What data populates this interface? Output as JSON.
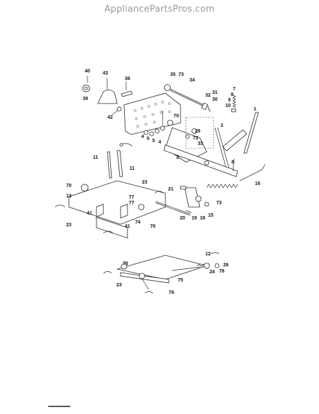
{
  "watermark": "AppliancePartsPros.com",
  "callouts": {
    "c40": "40",
    "c43": "43",
    "c38": "38",
    "c39": "39",
    "c42": "42",
    "c35": "35",
    "c73a": "73",
    "c34": "34",
    "c32": "32",
    "c31": "31",
    "c30": "30",
    "c7": "7",
    "c8": "8",
    "c9": "9",
    "c10": "10",
    "c1": "1",
    "c70a": "70",
    "c29": "29",
    "c72": "72",
    "c33": "33",
    "c3": "3",
    "c4a": "4",
    "c5a": "5",
    "c5b": "5",
    "c4b": "4",
    "c2": "2",
    "c6": "6",
    "c16": "16",
    "c11a": "11",
    "c11b": "11",
    "c23a": "23",
    "c70b": "70",
    "c13": "13",
    "c77a": "77",
    "c77b": "77",
    "c41a": "41",
    "c23b": "23",
    "c74": "74",
    "c41b": "41",
    "c70c": "70",
    "c21": "21",
    "c73b": "73",
    "c20": "20",
    "c19": "19",
    "c18": "18",
    "c15": "15",
    "c12": "12",
    "c78a": "78",
    "c26": "26",
    "c24": "24",
    "c78b": "78",
    "c23c": "23",
    "c75": "75",
    "c76": "76"
  }
}
